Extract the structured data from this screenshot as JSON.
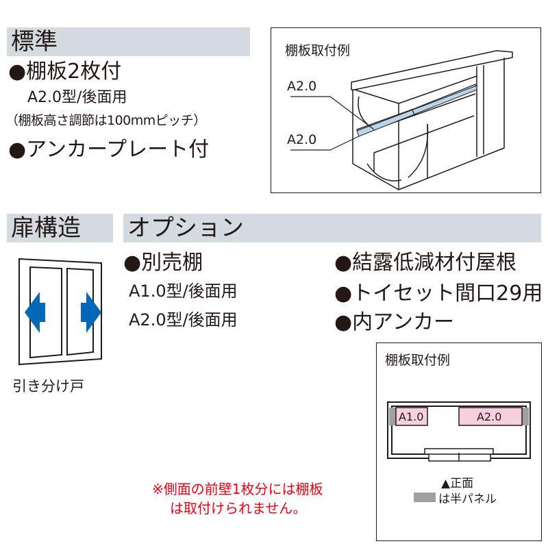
{
  "standard": {
    "heading": "標準",
    "item1": "●棚板2枚付",
    "item1_sub1": "A2.0型/後面用",
    "item1_sub2": "（棚板高さ調節は100mmピッチ）",
    "item2": "●アンカープレート付"
  },
  "example_top": {
    "title": "棚板取付例",
    "label_upper": "A2.0",
    "label_lower": "A2.0"
  },
  "door": {
    "heading": "扉構造",
    "caption": "引き分け戸"
  },
  "options": {
    "heading": "オプション",
    "left": [
      "●別売棚",
      "A1.0型/後面用",
      "A2.0型/後面用"
    ],
    "right": [
      "●結露低減材付屋根",
      "●トイセット間口29用",
      "●内アンカー"
    ]
  },
  "example_bottom": {
    "title": "棚板取付例",
    "shelf_left": "A1.0",
    "shelf_right": "A2.0",
    "front_label": "▲正面",
    "legend_label": "は半パネル"
  },
  "note": {
    "line1": "※側面の前壁1枚分には棚板",
    "line2": "は取付けられません。"
  },
  "colors": {
    "header_bg": "#d3dbe1",
    "shelf_blue": "#b9d6ea",
    "shelf_pink": "#f6cfdf",
    "half_panel_gray": "#9fa0a0",
    "arrow_blue": "#0068b7",
    "note_red": "#e60012"
  }
}
